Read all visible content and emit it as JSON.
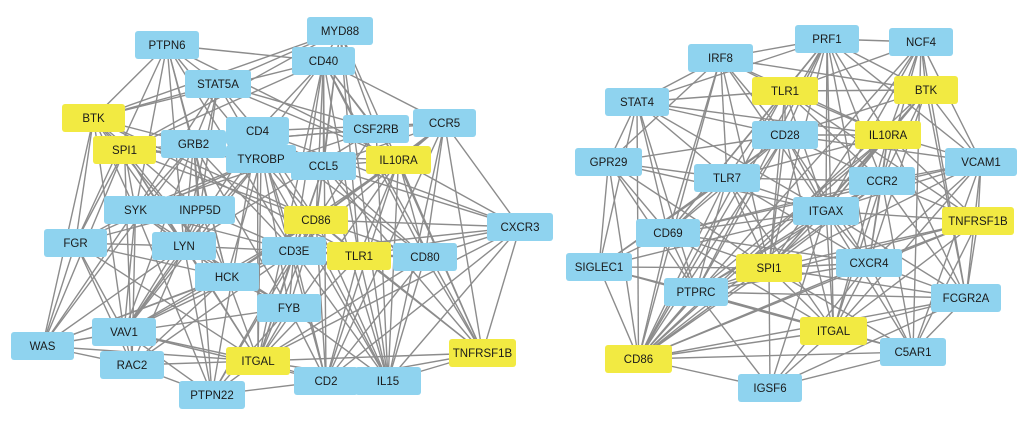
{
  "colors": {
    "blue": "#8fd3ef",
    "yellow": "#f2ea42",
    "edge": "#8c8c8c"
  },
  "networks": [
    {
      "id": "left",
      "nodes": [
        {
          "id": "PTPN6",
          "label": "PTPN6",
          "color": "blue"
        },
        {
          "id": "MYD88",
          "label": "MYD88",
          "color": "blue"
        },
        {
          "id": "CD40",
          "label": "CD40",
          "color": "blue"
        },
        {
          "id": "STAT5A",
          "label": "STAT5A",
          "color": "blue"
        },
        {
          "id": "BTK",
          "label": "BTK",
          "color": "yellow"
        },
        {
          "id": "SPI1",
          "label": "SPI1",
          "color": "yellow"
        },
        {
          "id": "GRB2",
          "label": "GRB2",
          "color": "blue"
        },
        {
          "id": "CD4",
          "label": "CD4",
          "color": "blue"
        },
        {
          "id": "CSF2RB",
          "label": "CSF2RB",
          "color": "blue"
        },
        {
          "id": "CCR5",
          "label": "CCR5",
          "color": "blue"
        },
        {
          "id": "TYROBP",
          "label": "TYROBP",
          "color": "blue"
        },
        {
          "id": "CCL5",
          "label": "CCL5",
          "color": "blue"
        },
        {
          "id": "IL10RA",
          "label": "IL10RA",
          "color": "yellow"
        },
        {
          "id": "SYK",
          "label": "SYK",
          "color": "blue"
        },
        {
          "id": "INPP5D",
          "label": "INPP5D",
          "color": "blue"
        },
        {
          "id": "CD86",
          "label": "CD86",
          "color": "yellow"
        },
        {
          "id": "CXCR3",
          "label": "CXCR3",
          "color": "blue"
        },
        {
          "id": "FGR",
          "label": "FGR",
          "color": "blue"
        },
        {
          "id": "LYN",
          "label": "LYN",
          "color": "blue"
        },
        {
          "id": "CD3E",
          "label": "CD3E",
          "color": "blue"
        },
        {
          "id": "TLR1",
          "label": "TLR1",
          "color": "yellow"
        },
        {
          "id": "CD80",
          "label": "CD80",
          "color": "blue"
        },
        {
          "id": "HCK",
          "label": "HCK",
          "color": "blue"
        },
        {
          "id": "FYB",
          "label": "FYB",
          "color": "blue"
        },
        {
          "id": "VAV1",
          "label": "VAV1",
          "color": "blue"
        },
        {
          "id": "WAS",
          "label": "WAS",
          "color": "blue"
        },
        {
          "id": "RAC2",
          "label": "RAC2",
          "color": "blue"
        },
        {
          "id": "ITGAL",
          "label": "ITGAL",
          "color": "yellow"
        },
        {
          "id": "TNFRSF1B",
          "label": "TNFRSF1B",
          "color": "yellow"
        },
        {
          "id": "CD2",
          "label": "CD2",
          "color": "blue"
        },
        {
          "id": "IL15",
          "label": "IL15",
          "color": "blue"
        },
        {
          "id": "PTPN22",
          "label": "PTPN22",
          "color": "blue"
        }
      ]
    },
    {
      "id": "right",
      "nodes": [
        {
          "id": "PRF1",
          "label": "PRF1",
          "color": "blue"
        },
        {
          "id": "NCF4",
          "label": "NCF4",
          "color": "blue"
        },
        {
          "id": "IRF8",
          "label": "IRF8",
          "color": "blue"
        },
        {
          "id": "TLR1",
          "label": "TLR1",
          "color": "yellow"
        },
        {
          "id": "BTK",
          "label": "BTK",
          "color": "yellow"
        },
        {
          "id": "STAT4",
          "label": "STAT4",
          "color": "blue"
        },
        {
          "id": "CD28",
          "label": "CD28",
          "color": "blue"
        },
        {
          "id": "IL10RA",
          "label": "IL10RA",
          "color": "yellow"
        },
        {
          "id": "VCAM1",
          "label": "VCAM1",
          "color": "blue"
        },
        {
          "id": "GPR29",
          "label": "GPR29",
          "color": "blue"
        },
        {
          "id": "TLR7",
          "label": "TLR7",
          "color": "blue"
        },
        {
          "id": "CCR2",
          "label": "CCR2",
          "color": "blue"
        },
        {
          "id": "ITGAX",
          "label": "ITGAX",
          "color": "blue"
        },
        {
          "id": "TNFRSF1B",
          "label": "TNFRSF1B",
          "color": "yellow"
        },
        {
          "id": "CD69",
          "label": "CD69",
          "color": "blue"
        },
        {
          "id": "SIGLEC1",
          "label": "SIGLEC1",
          "color": "blue"
        },
        {
          "id": "SPI1",
          "label": "SPI1",
          "color": "yellow"
        },
        {
          "id": "CXCR4",
          "label": "CXCR4",
          "color": "blue"
        },
        {
          "id": "PTPRC",
          "label": "PTPRC",
          "color": "blue"
        },
        {
          "id": "FCGR2A",
          "label": "FCGR2A",
          "color": "blue"
        },
        {
          "id": "ITGAL",
          "label": "ITGAL",
          "color": "yellow"
        },
        {
          "id": "CD86",
          "label": "CD86",
          "color": "yellow"
        },
        {
          "id": "C5AR1",
          "label": "C5AR1",
          "color": "blue"
        },
        {
          "id": "IGSF6",
          "label": "IGSF6",
          "color": "blue"
        }
      ]
    }
  ]
}
